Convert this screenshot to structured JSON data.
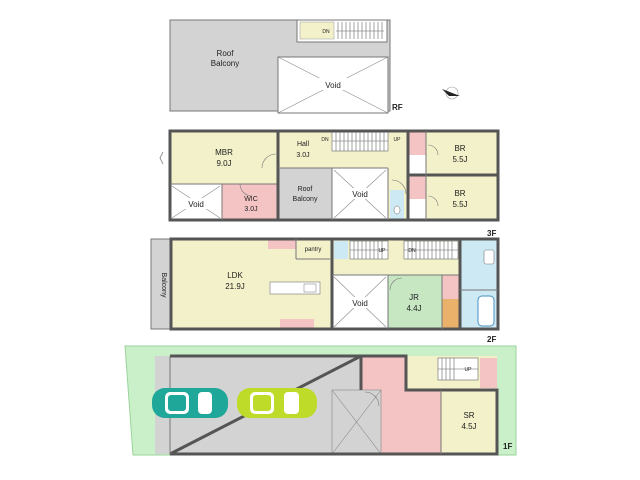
{
  "colors": {
    "grey": "#d3d3d3",
    "yellow": "#f3f1c9",
    "pink": "#f4c4c4",
    "green": "#c7e7c3",
    "blue": "#cde9f4",
    "orange": "#e9b169",
    "lawn": "#c9f0c9",
    "wall": "#555555",
    "car_teal": "#1fa79a",
    "car_lime": "#bedb29"
  },
  "floors": {
    "rf": {
      "label": "RF",
      "roof_balcony": [
        "Roof",
        "Balcony"
      ],
      "void": "Void",
      "stair_dn": "DN"
    },
    "f3": {
      "label": "3F",
      "mbr": {
        "name": "MBR",
        "size": "9.0J"
      },
      "hall": {
        "name": "Hall",
        "size": "3.0J"
      },
      "br1": {
        "name": "BR",
        "size": "5.5J"
      },
      "br2": {
        "name": "BR",
        "size": "5.5J"
      },
      "wic": {
        "name": "WIC",
        "size": "3.0J"
      },
      "void_left": "Void",
      "void_center": "Void",
      "roof_balcony": [
        "Roof",
        "Balcony"
      ],
      "stair_dn": "DN",
      "stair_up": "UP"
    },
    "f2": {
      "label": "2F",
      "ldk": {
        "name": "LDK",
        "size": "21.9J"
      },
      "jr": {
        "name": "JR",
        "size": "4.4J"
      },
      "pantry": "pantry",
      "void": "Void",
      "balcony": "Balcony",
      "stair_up": "UP",
      "stair_dn": "DN"
    },
    "f1": {
      "label": "1F",
      "sr": {
        "name": "SR",
        "size": "4.5J"
      },
      "stair_up": "UP"
    }
  }
}
